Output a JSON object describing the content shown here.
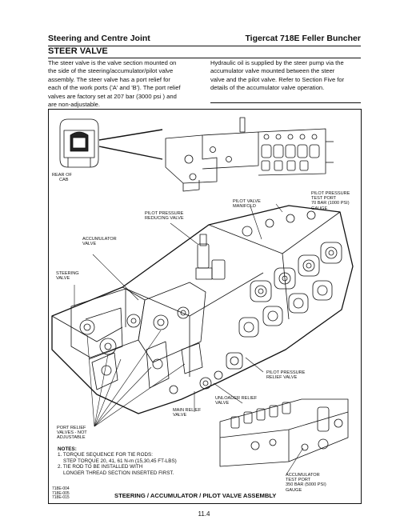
{
  "header": {
    "left": "Steering and Centre Joint",
    "right": "Tigercat 718E Feller Buncher"
  },
  "section_title": "STEER VALVE",
  "body": {
    "left_lines": [
      "The steer valve is the valve section mounted on",
      "the side of the steering/accumulator/pilot valve",
      "assembly. The steer valve has a port relief for",
      "each of the work ports ('A' and 'B'). The port relief",
      "valves are factory set at 207 bar (3000 psi ) and",
      "are non-adjustable."
    ],
    "right_lines": [
      "Hydraulic oil is supplied by the steer pump via the",
      "accumulator valve mounted between the steer",
      "valve and the pilot valve. Refer to Section Five for",
      "details of the accumulator valve operation."
    ]
  },
  "figure": {
    "labels": {
      "rear_of_cab": [
        "REAR OF",
        "CAB"
      ],
      "pilot_pressure_test_port": [
        "PILOT PRESSURE",
        "TEST PORT",
        "70 BAR (1000 PSI)",
        "GAUGE"
      ],
      "pilot_valve_manifold": [
        "PILOT VALVE",
        "MANIFOLD"
      ],
      "pilot_pressure_reducing_valve": [
        "PILOT PRESSURE",
        "REDUCING VALVE"
      ],
      "accumulator_valve": [
        "ACCUMULATOR",
        "VALVE"
      ],
      "steering_valve": [
        "STEERING",
        "VALVE"
      ],
      "pilot_pressure_relief_valve": [
        "PILOT PRESSURE",
        "RELIEF VALVE"
      ],
      "unloader_relief_valve": [
        "UNLOADER RELIEF",
        "VALVE"
      ],
      "main_relief_valve": [
        "MAIN RELIEF",
        "VALVE"
      ],
      "port_relief_valves": [
        "PORT RELIEF",
        "VALVES - NOT",
        "ADJUSTABLE"
      ],
      "accumulator_test_port": [
        "ACCUMULATOR",
        "TEST PORT",
        "350 BAR (5000 PSI)",
        "GAUGE"
      ]
    },
    "notes": {
      "title": "NOTES:",
      "lines": [
        "1. TORQUE SEQUENCE FOR TIE RODS:",
        "    STEP TORQUE 20, 41, 61 N-m (15,30,45 FT-LBS)",
        "2. TIE ROD TO BE INSTALLED WITH",
        "    LONGER THREAD SECTION INSERTED FIRST."
      ]
    },
    "refs": [
      "718E-004",
      "718E-005",
      "718E-015"
    ],
    "title": "STEERING / ACCUMULATOR  / PILOT VALVE ASSEMBLY"
  },
  "page_number": "11.4"
}
